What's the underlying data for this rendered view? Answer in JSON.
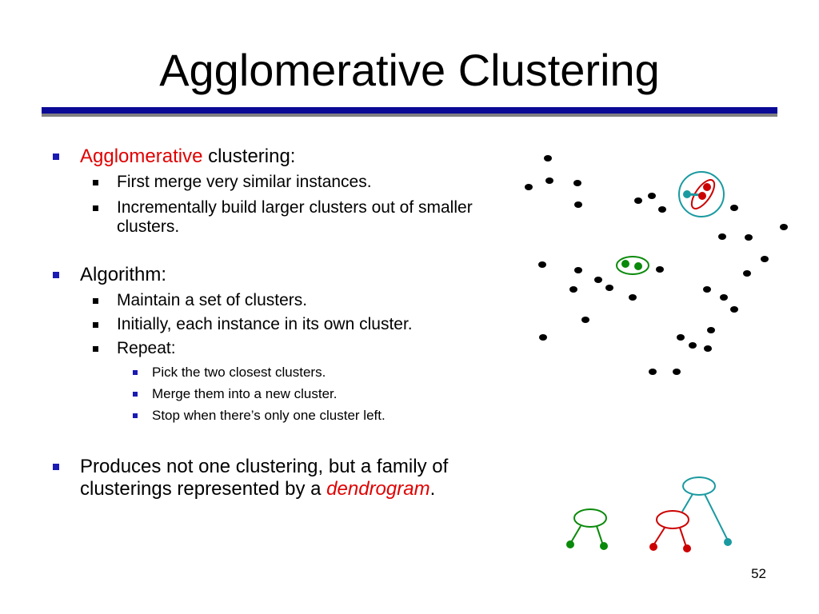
{
  "slide": {
    "title": "Agglomerative Clustering",
    "page_number": "52"
  },
  "bullets": {
    "b1_highlight": "Agglomerative",
    "b1_rest": " clustering:",
    "b1_sub1": "First merge very similar instances.",
    "b1_sub2": "Incrementally build larger clusters out of smaller clusters.",
    "b2": "Algorithm:",
    "b2_sub1": "Maintain a set of clusters.",
    "b2_sub2": "Initially, each instance in its own cluster.",
    "b2_sub3": "Repeat:",
    "b2_sub3_a": "Pick the two closest clusters.",
    "b2_sub3_b": "Merge them into a new cluster.",
    "b2_sub3_c": "Stop when there’s only one cluster left.",
    "b3_text": "Produces not one clustering, but a family of clusterings represented by a ",
    "b3_term": "dendrogram",
    "b3_end": "."
  },
  "colors": {
    "title_rule": "#0a0a96",
    "highlight": "#e00000",
    "bullet_blue": "#1a1ab4",
    "green": "#0a8a0a",
    "red": "#cc0000",
    "teal": "#1a9aa0"
  }
}
